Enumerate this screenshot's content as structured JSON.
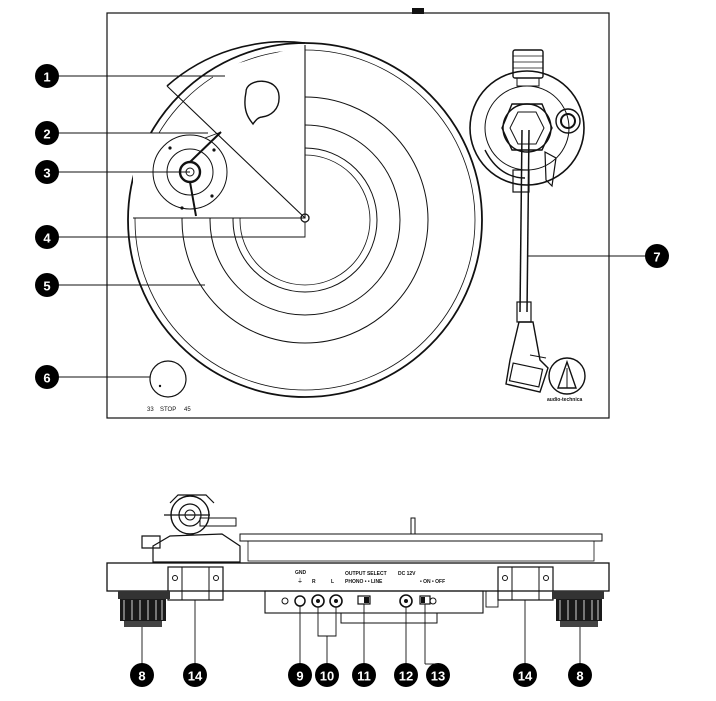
{
  "speed_selector": {
    "label_33": "33",
    "label_stop": "STOP",
    "label_45": "45"
  },
  "headshell": {
    "brand_text": "audio-technica"
  },
  "rear_panel": {
    "gnd_label": "GND",
    "r_label": "R",
    "l_label": "L",
    "output_select_label": "OUTPUT SELECT",
    "phono_line_label": "PHONO •  • LINE",
    "dc_label": "DC 12V",
    "power_label": "• ON  • OFF"
  },
  "callouts": [
    {
      "id": "c1",
      "number": "1"
    },
    {
      "id": "c2",
      "number": "2"
    },
    {
      "id": "c3",
      "number": "3"
    },
    {
      "id": "c4",
      "number": "4"
    },
    {
      "id": "c5",
      "number": "5"
    },
    {
      "id": "c6",
      "number": "6"
    },
    {
      "id": "c7",
      "number": "7"
    },
    {
      "id": "c8a",
      "number": "8"
    },
    {
      "id": "c14a",
      "number": "14"
    },
    {
      "id": "c9",
      "number": "9"
    },
    {
      "id": "c10",
      "number": "10"
    },
    {
      "id": "c11",
      "number": "11"
    },
    {
      "id": "c12",
      "number": "12"
    },
    {
      "id": "c13",
      "number": "13"
    },
    {
      "id": "c14b",
      "number": "14"
    },
    {
      "id": "c8b",
      "number": "8"
    }
  ]
}
